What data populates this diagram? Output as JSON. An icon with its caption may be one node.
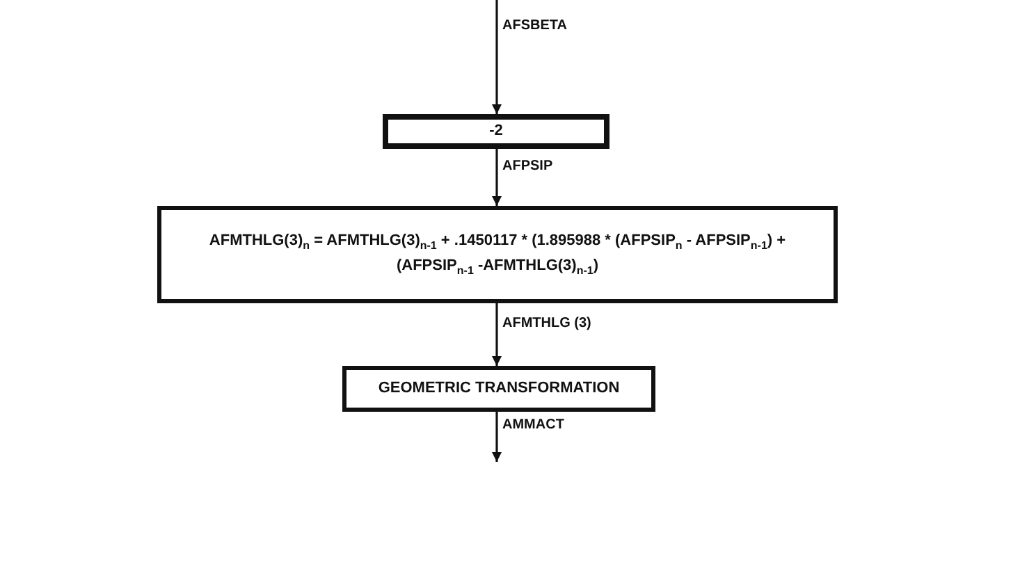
{
  "diagram": {
    "nodes": [
      {
        "text": [
          "-2"
        ]
      },
      {
        "text": [
          "AFMTHLG(3)$_{n}$ = AFMTHLG(3)$_{n-1}$ + .1450117 * (1.895988 * (AFPSIP$_{n}$ - AFPSIP$_{n-1}$) + (AFPSIP$_{n-1}$ -AFMTHLG(3)$_{n-1}$)"
        ]
      },
      {
        "text": [
          "GEOMETRIC TRANSFORMATION"
        ]
      }
    ],
    "edges": [
      {
        "from": null,
        "to": 0,
        "arrow": "to",
        "label": "AFSBETA"
      },
      {
        "from": 0,
        "to": 1,
        "arrow": "to",
        "label": "AFPSIP"
      },
      {
        "from": 1,
        "to": 2,
        "arrow": "to",
        "label": "AFMTHLG (3)"
      },
      {
        "from": 2,
        "to": null,
        "arrow": "to",
        "label": "AMMACT"
      }
    ]
  }
}
